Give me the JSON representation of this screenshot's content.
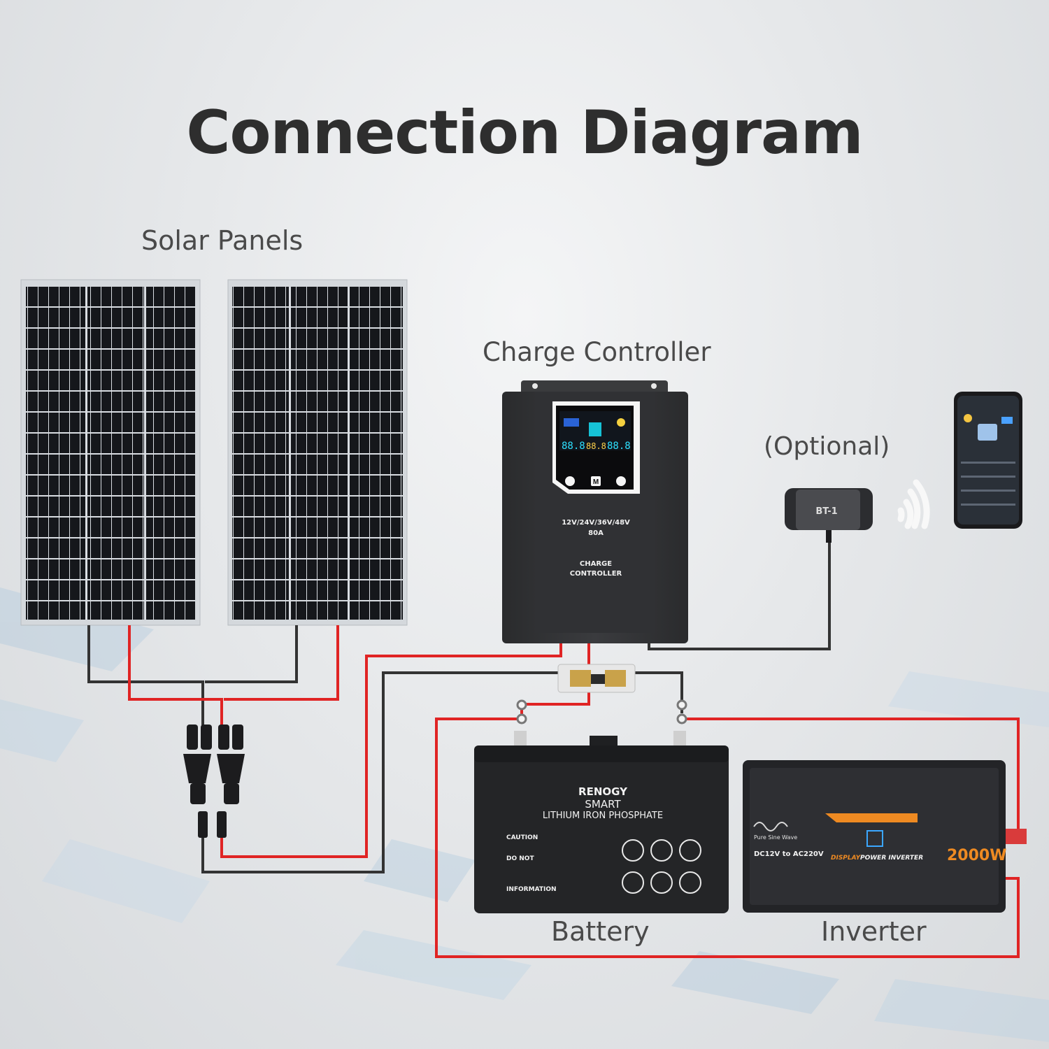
{
  "title": "Connection Diagram",
  "labels": {
    "solar_panels": "Solar Panels",
    "charge_controller": "Charge Controller",
    "optional": "(Optional)",
    "battery": "Battery",
    "inverter": "Inverter"
  },
  "controller": {
    "voltage": "12V/24V/36V/48V",
    "current": "80A",
    "line1": "CHARGE",
    "line2": "CONTROLLER",
    "display_digits": "88.8",
    "mode_button": "M"
  },
  "bt_module": {
    "name": "BT-1"
  },
  "battery": {
    "brand": "RENOGY",
    "line1": "SMART",
    "line2": "LITHIUM IRON PHOSPHATE",
    "caution": "CAUTION",
    "do_not": "DO NOT",
    "information": "INFORMATION"
  },
  "inverter": {
    "wave": "Pure Sine Wave",
    "conversion": "DC12V to AC220V",
    "type_prefix": "DISPLAY",
    "type_suffix": "POWER INVERTER",
    "power": "2000W"
  },
  "colors": {
    "positive_wire": "#e02424",
    "negative_wire": "#333333",
    "device_body": "#2c2d2f"
  }
}
